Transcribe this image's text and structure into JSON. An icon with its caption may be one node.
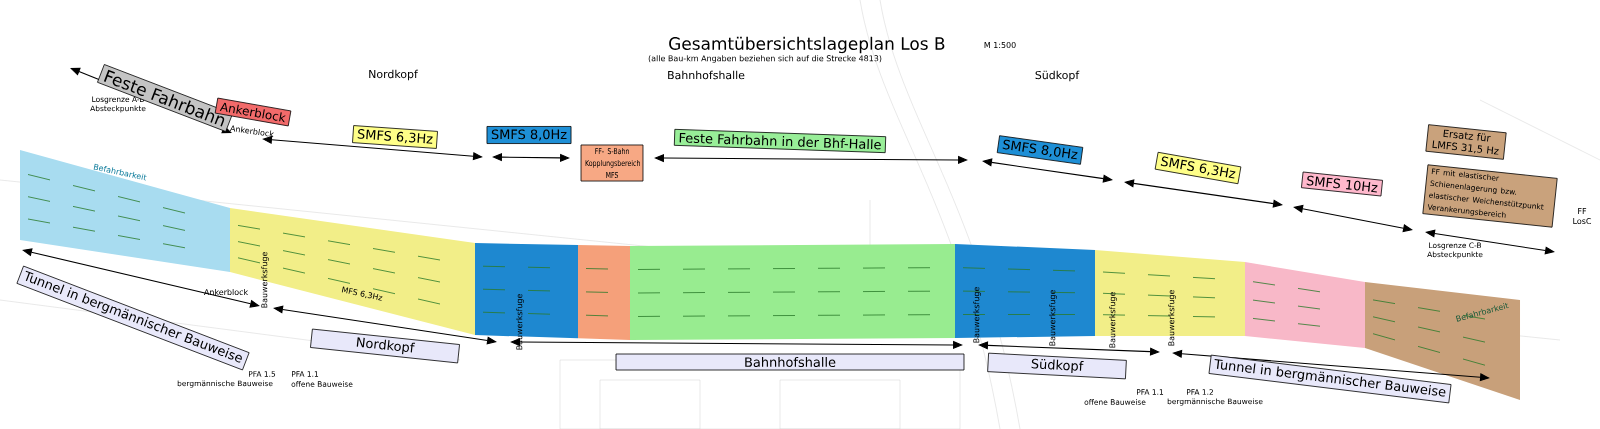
{
  "diagram": {
    "title": "Gesamtübersichtslageplan Los B",
    "nodes": [
      {
        "text": [
          "Feste Fahrbahn"
        ]
      },
      {
        "text": [
          "Ankerblock"
        ]
      },
      {
        "text": [
          "SMFS 6,3Hz"
        ]
      },
      {
        "text": [
          "SMFS 8,0Hz"
        ]
      },
      {
        "text": [
          "FF- S-Bahn Kopplungsbereich MFS"
        ]
      },
      {
        "text": [
          "Feste Fahrbahn in der Bhf-Halle"
        ]
      },
      {
        "text": [
          "SMFS 8,0Hz"
        ]
      },
      {
        "text": [
          "SMFS 6,3Hz"
        ]
      },
      {
        "text": [
          "SMFS 10Hz"
        ]
      },
      {
        "text": [
          "Ersatz für LMFS 31,5 Hz"
        ]
      },
      {
        "text": [
          "FF mit elastischer Schienenlagerung bzw. elastischer Weichenstützpunkt Verankerungsbereich"
        ]
      },
      {
        "text": [
          "Tunnel in bergmännischer Bauweise"
        ]
      },
      {
        "text": [
          "Nordkopf"
        ]
      },
      {
        "text": [
          "Bahnhofshalle"
        ]
      },
      {
        "text": [
          "Südkopf"
        ]
      },
      {
        "text": [
          "Tunnel in bergmännischer Bauweise"
        ]
      }
    ],
    "labels": [
      "M 1:500",
      "(alle Bau-km Angaben beziehen sich auf die Strecke 4813)",
      "Nordkopf",
      "Bahnhofshalle",
      "Südkopf",
      "Losgrenze A-B",
      "Absteckpunkte",
      "Befahrbarkeit",
      "Ankerblock",
      "Ankerblock",
      "MFS 6,3Hz",
      "Bauwerksfuge",
      "Bauwerksfuge",
      "Bauwerksfuge",
      "Bauwerksfuge",
      "Bauwerksfuge",
      "Bauwerksfuge",
      "PFA 1.5",
      "bergmännische Bauweise",
      "PFA 1.1",
      "offene Bauweise",
      "PFA 1.1",
      "PFA 1.2",
      "offene Bauweise",
      "bergmännische Bauweise",
      "Losgrenze C-B",
      "Absteckpunkte",
      "Befahrbarkeit",
      "FF",
      "LosC"
    ]
  }
}
